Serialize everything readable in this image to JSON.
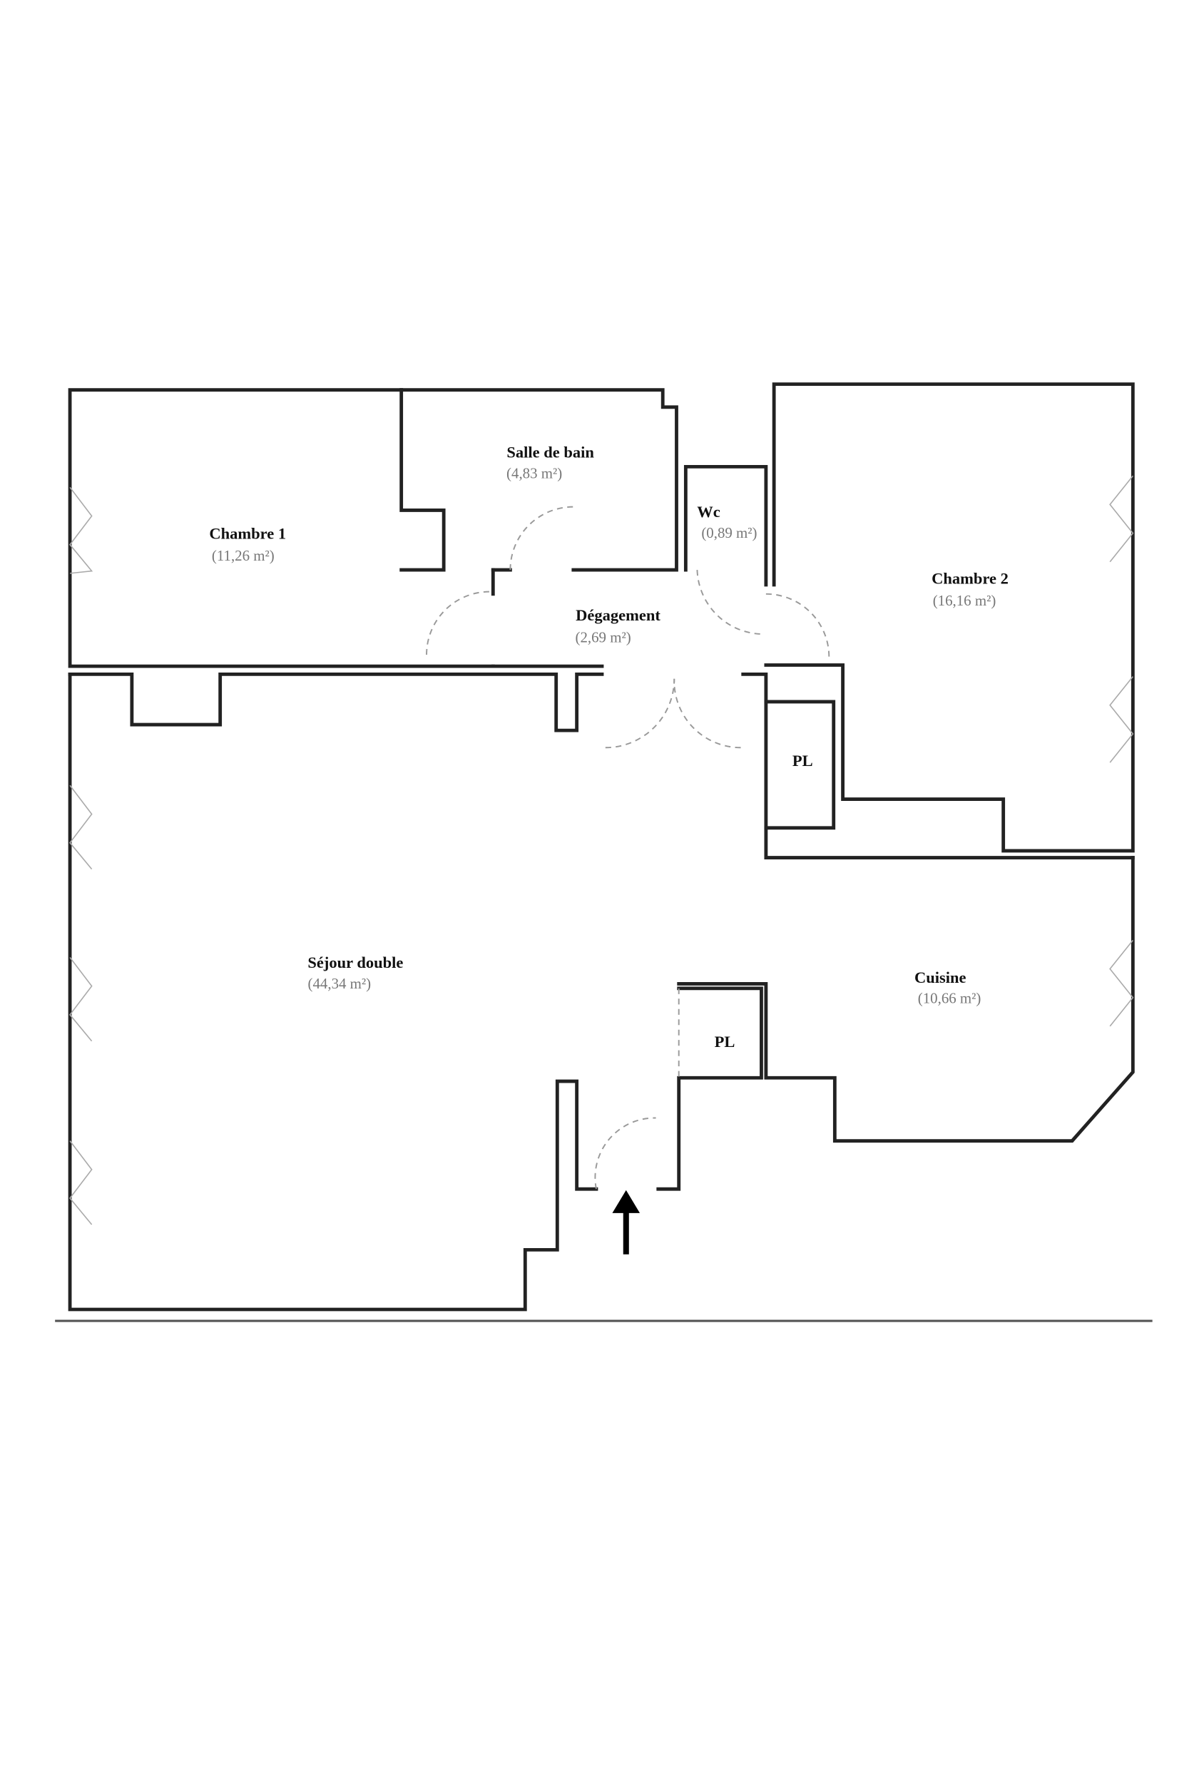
{
  "rooms": {
    "chambre1": {
      "name": "Chambre 1",
      "area": "(11,26 m²)"
    },
    "salle_de_bain": {
      "name": "Salle de bain",
      "area": "(4,83 m²)"
    },
    "wc": {
      "name": "Wc",
      "area": "(0,89 m²)"
    },
    "degagement": {
      "name": "Dégagement",
      "area": "(2,69 m²)"
    },
    "chambre2": {
      "name": "Chambre 2",
      "area": "(16,16 m²)"
    },
    "placard1": {
      "name": "PL"
    },
    "sejour": {
      "name": "Séjour double",
      "area": "(44,34 m²)"
    },
    "cuisine": {
      "name": "Cuisine",
      "area": "(10,66 m²)"
    },
    "placard2": {
      "name": "PL"
    }
  },
  "colors": {
    "wall": "#222222",
    "door": "#999999",
    "area_text": "#777777"
  },
  "icons": {
    "entrance": "up-arrow-icon"
  }
}
